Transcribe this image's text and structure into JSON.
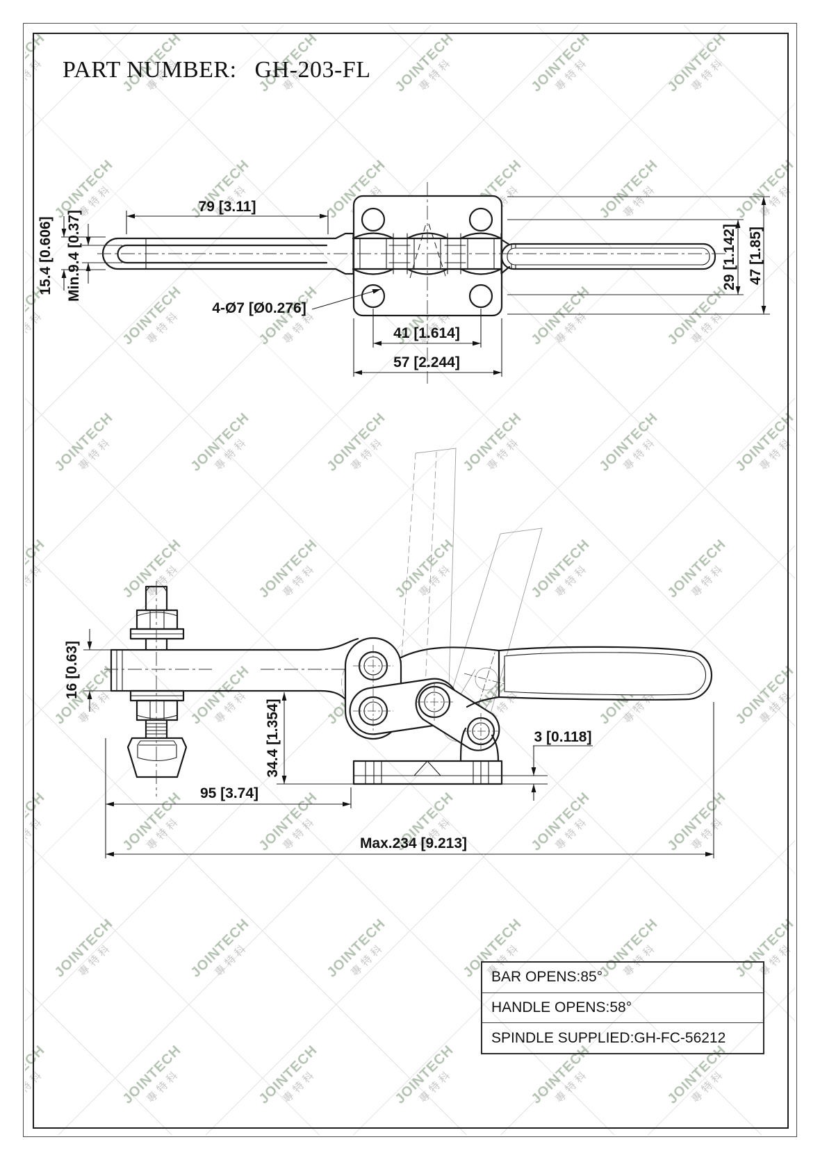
{
  "title": {
    "label": "PART NUMBER:",
    "part_number": "GH-203-FL"
  },
  "watermark": {
    "text": "JOINTECH",
    "subtext": "專特科"
  },
  "top_view": {
    "dims": {
      "bar_length": "79 [3.11]",
      "bar_width": "15.4 [0.606]",
      "slot_width": "Min.9.4 [0.37]",
      "mounting_holes": "4-Ø7 [Ø0.276]",
      "hole_spacing": "41 [1.614]",
      "base_width": "57 [2.244]",
      "hole_row_spacing": "29 [1.142]",
      "base_height": "47 [1.85]"
    }
  },
  "side_view": {
    "dims": {
      "bar_thickness": "16 [0.63]",
      "bar_height": "34.4 [1.354]",
      "spindle_to_base": "95 [3.74]",
      "flange_thickness": "3 [0.118]",
      "overall_length": "Max.234 [9.213]"
    }
  },
  "spec_table": {
    "rows": [
      "BAR OPENS:85°",
      "HANDLE OPENS:58°",
      "SPINDLE SUPPLIED:GH-FC-56212"
    ]
  }
}
